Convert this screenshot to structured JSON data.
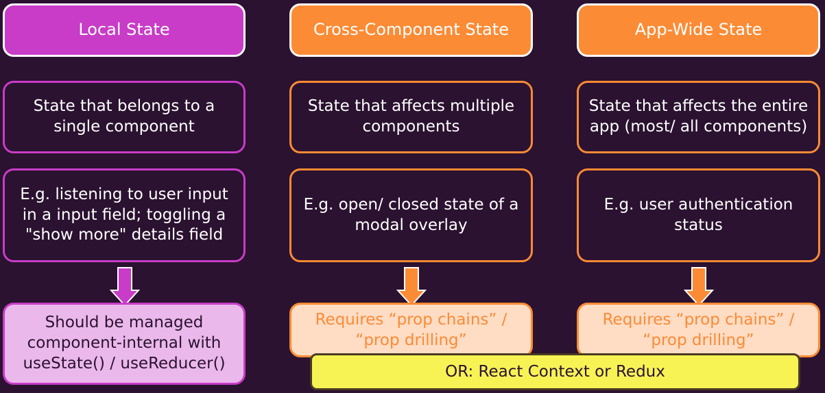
{
  "columns": [
    {
      "header": "Local State",
      "description": "State that belongs to a single component",
      "example": "E.g. listening to user input in a input field; toggling a \"show more\" details field",
      "result": "Should be managed component-internal with useState() / useReducer()"
    },
    {
      "header": "Cross-Component State",
      "description": "State that affects multiple components",
      "example": "E.g. open/ closed state of a modal overlay",
      "result": "Requires “prop chains” / “prop drilling”"
    },
    {
      "header": "App-Wide State",
      "description": "State that affects the entire app (most/ all components)",
      "example": "E.g. user authentication status",
      "result": "Requires “prop chains” / “prop drilling”"
    }
  ],
  "alternative": "OR: React Context or Redux",
  "colors": {
    "background": "#2b1230",
    "purple": "#c83cc8",
    "orange": "#fb8b35",
    "yellow": "#f7f355"
  }
}
